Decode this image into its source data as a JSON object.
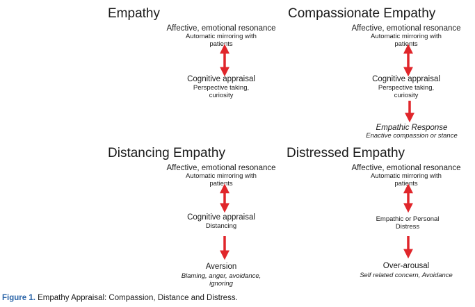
{
  "panels": [
    {
      "title": "Empathy",
      "top": {
        "heading": "Affective, emotional resonance",
        "sub": [
          "Automatic mirroring with",
          "patients"
        ]
      },
      "mid": {
        "heading": "Cognitive appraisal",
        "sub": [
          "Perspective taking,",
          "curiosity"
        ]
      }
    },
    {
      "title": "Compassionate Empathy",
      "top": {
        "heading": "Affective, emotional resonance",
        "sub": [
          "Automatic mirroring with",
          "patients"
        ]
      },
      "mid": {
        "heading": "Cognitive appraisal",
        "sub": [
          "Perspective taking,",
          "curiosity"
        ]
      },
      "bottom": {
        "heading": "Empathic Response",
        "sub": [
          "Enactive compassion or stance"
        ]
      }
    },
    {
      "title": "Distancing Empathy",
      "top": {
        "heading": "Affective, emotional resonance",
        "sub": [
          "Automatic mirroring with",
          "patients"
        ]
      },
      "mid": {
        "heading": "Cognitive appraisal",
        "sub": [
          "Distancing"
        ]
      },
      "bottom": {
        "heading": "Aversion",
        "sub": [
          "Blaming, anger, avoidance,",
          "ignoring"
        ]
      }
    },
    {
      "title": "Distressed Empathy",
      "top": {
        "heading": "Affective, emotional resonance",
        "sub": [
          "Automatic mirroring with",
          "patients"
        ]
      },
      "mid": {
        "heading": "",
        "sub": [
          "Empathic or Personal",
          "Distress"
        ]
      },
      "bottom": {
        "heading": "Over-arousal",
        "sub": [
          "Self related concern, Avoidance"
        ]
      }
    }
  ],
  "caption": {
    "label": "Figure 1.",
    "text": "Empathy Appraisal: Compassion, Distance and Distress."
  },
  "colors": {
    "arrow": "#e0262b",
    "caption_label": "#2a64a8",
    "text": "#1a1a1a"
  }
}
